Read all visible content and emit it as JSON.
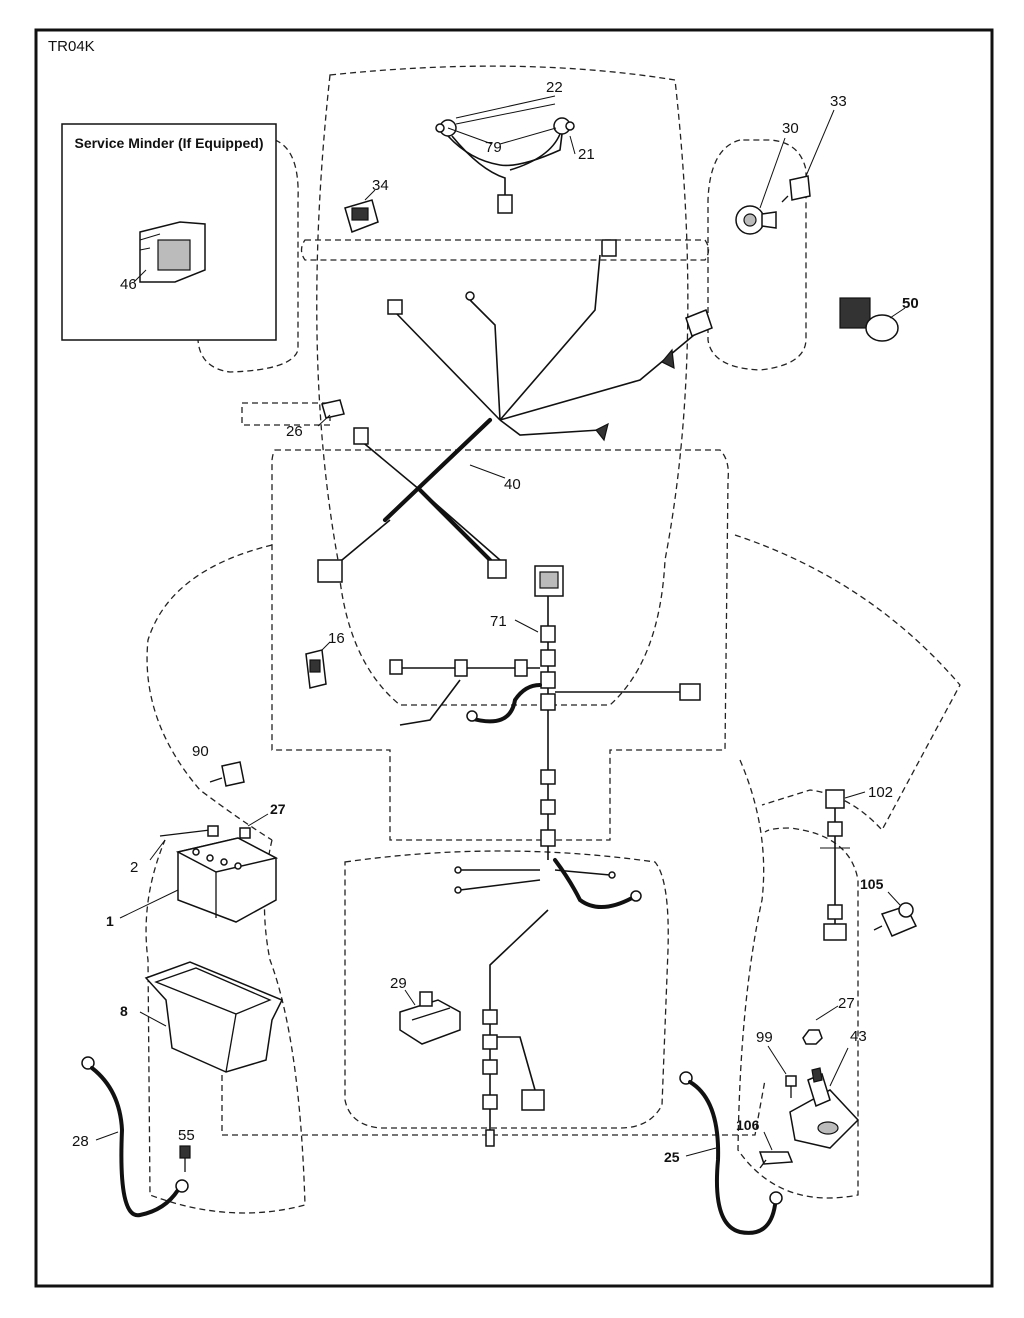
{
  "diagram": {
    "code": "TR04K",
    "inset_title": "Service Minder (If Equipped)",
    "callouts": {
      "c22": "22",
      "c79": "79",
      "c21": "21",
      "c34": "34",
      "c30": "30",
      "c33": "33",
      "c46": "46",
      "c50": "50",
      "c26": "26",
      "c40": "40",
      "c71": "71",
      "c16": "16",
      "c90": "90",
      "c27a": "27",
      "c2": "2",
      "c1": "1",
      "c102": "102",
      "c105": "105",
      "c29": "29",
      "c8": "8",
      "c27b": "27",
      "c43": "43",
      "c99": "99",
      "c28": "28",
      "c55": "55",
      "c106": "106",
      "c25": "25"
    }
  }
}
